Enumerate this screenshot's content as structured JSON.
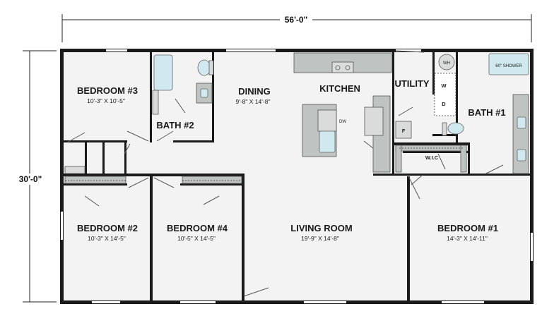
{
  "overall": {
    "width_label": "56'-0\"",
    "depth_label": "30'-0\""
  },
  "rooms": {
    "bedroom3": {
      "name": "BEDROOM #3",
      "dims": "10'-3\" X 10'-5\""
    },
    "bath2": {
      "name": "BATH #2"
    },
    "dining": {
      "name": "DINING",
      "dims": "9'-8\" X 14'-8\""
    },
    "kitchen": {
      "name": "KITCHEN"
    },
    "utility": {
      "name": "UTILITY"
    },
    "bath1": {
      "name": "BATH #1"
    },
    "wic": {
      "name": "W.I.C"
    },
    "bedroom2": {
      "name": "BEDROOM #2",
      "dims": "10'-3\" X 14'-5\""
    },
    "bedroom4": {
      "name": "BEDROOM #4",
      "dims": "10'-5\" X 14'-5\""
    },
    "living": {
      "name": "LIVING ROOM",
      "dims": "19'-9\" X 14'-8\""
    },
    "bedroom1": {
      "name": "BEDROOM #1",
      "dims": "14'-3\" X 14'-11\""
    }
  },
  "fixtures": {
    "dw": "DW",
    "wh": "WH",
    "washer": "W",
    "dryer": "D",
    "furnace": "F",
    "shower": "60\" SHOWER"
  },
  "colors": {
    "wall": "#1a1a1a",
    "floor": "#f2f3f2",
    "fixture": "#bfc3c1",
    "water": "#cfe9ee"
  }
}
